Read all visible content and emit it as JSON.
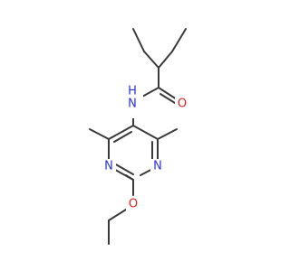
{
  "diagram": {
    "type": "chemical-structure",
    "colors": {
      "background": "#ffffff",
      "bond": "#3a3a3a",
      "nitrogen": "#2b34d9",
      "oxygen": "#e0201b"
    },
    "atoms": {
      "amide_n": {
        "label": "N",
        "h_label": "H",
        "element": "nitrogen"
      },
      "carbonyl_o": {
        "label": "O",
        "element": "oxygen"
      },
      "ring_n_left": {
        "label": "N",
        "element": "nitrogen"
      },
      "ring_n_right": {
        "label": "N",
        "element": "nitrogen"
      },
      "ether_o": {
        "label": "O",
        "element": "oxygen"
      }
    }
  }
}
